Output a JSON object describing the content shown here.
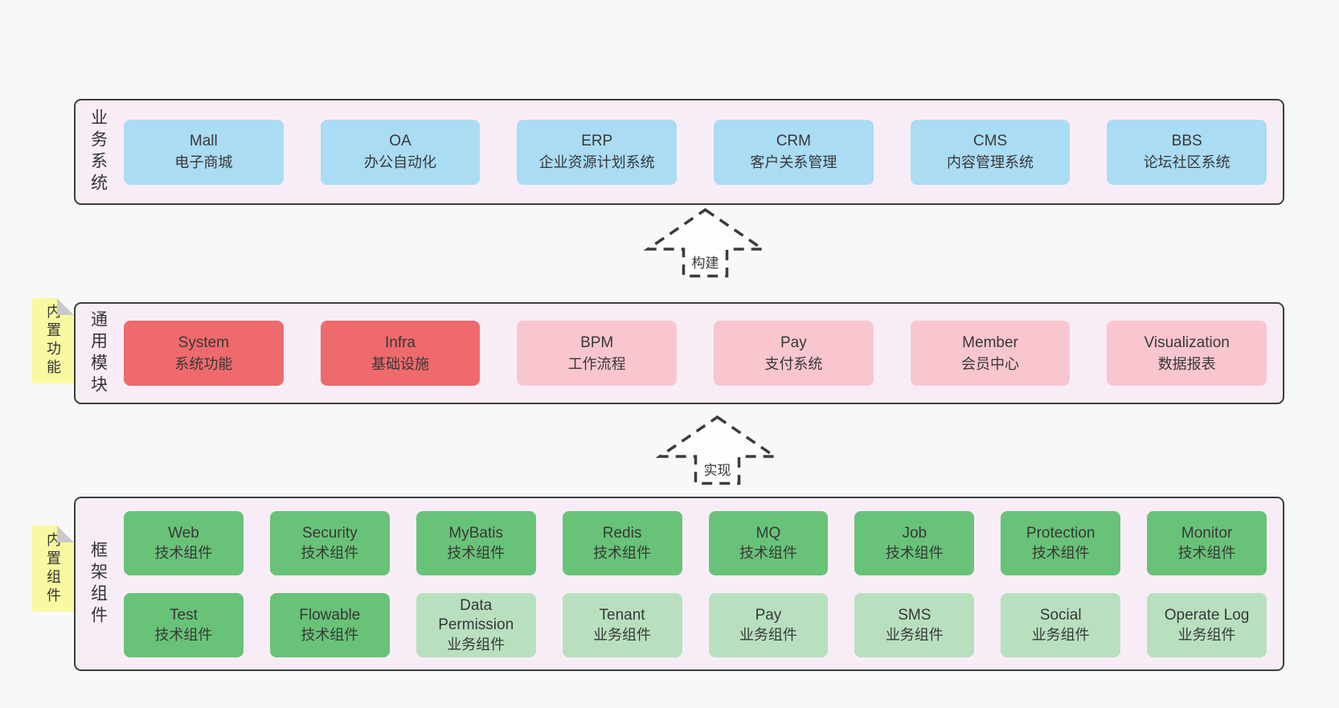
{
  "layers": [
    {
      "label": "业务系统",
      "boxes": [
        {
          "name": "Mall",
          "desc": "电子商城"
        },
        {
          "name": "OA",
          "desc": "办公自动化"
        },
        {
          "name": "ERP",
          "desc": "企业资源计划系统"
        },
        {
          "name": "CRM",
          "desc": "客户关系管理"
        },
        {
          "name": "CMS",
          "desc": "内容管理系统"
        },
        {
          "name": "BBS",
          "desc": "论坛社区系统"
        }
      ]
    },
    {
      "label": "通用模块",
      "boxes": [
        {
          "name": "System",
          "desc": "系统功能"
        },
        {
          "name": "Infra",
          "desc": "基础设施"
        },
        {
          "name": "BPM",
          "desc": "工作流程"
        },
        {
          "name": "Pay",
          "desc": "支付系统"
        },
        {
          "name": "Member",
          "desc": "会员中心"
        },
        {
          "name": "Visualization",
          "desc": "数据报表"
        }
      ]
    },
    {
      "label": "框架组件",
      "rows": [
        [
          {
            "name": "Web",
            "desc": "技术组件"
          },
          {
            "name": "Security",
            "desc": "技术组件"
          },
          {
            "name": "MyBatis",
            "desc": "技术组件"
          },
          {
            "name": "Redis",
            "desc": "技术组件"
          },
          {
            "name": "MQ",
            "desc": "技术组件"
          },
          {
            "name": "Job",
            "desc": "技术组件"
          },
          {
            "name": "Protection",
            "desc": "技术组件"
          },
          {
            "name": "Monitor",
            "desc": "技术组件"
          }
        ],
        [
          {
            "name": "Test",
            "desc": "技术组件"
          },
          {
            "name": "Flowable",
            "desc": "技术组件"
          },
          {
            "name": "Data Permission",
            "desc": "业务组件"
          },
          {
            "name": "Tenant",
            "desc": "业务组件"
          },
          {
            "name": "Pay",
            "desc": "业务组件"
          },
          {
            "name": "SMS",
            "desc": "业务组件"
          },
          {
            "name": "Social",
            "desc": "业务组件"
          },
          {
            "name": "Operate Log",
            "desc": "业务组件"
          }
        ]
      ]
    }
  ],
  "notes": [
    {
      "label": "内置功能"
    },
    {
      "label": "内置组件"
    }
  ],
  "arrows": [
    {
      "label": "构建"
    },
    {
      "label": "实现"
    }
  ],
  "colors": {
    "blue": "#aadcf4",
    "red": "#ee6a6d",
    "pink": "#f9c6cf",
    "green": "#68c378",
    "green_light": "#b8e0bf",
    "yellow_note": "#f9f9a2",
    "panel_bg": "#f8edf7",
    "border": "#3e3e3e",
    "page_bg": "#f8f8f8"
  }
}
